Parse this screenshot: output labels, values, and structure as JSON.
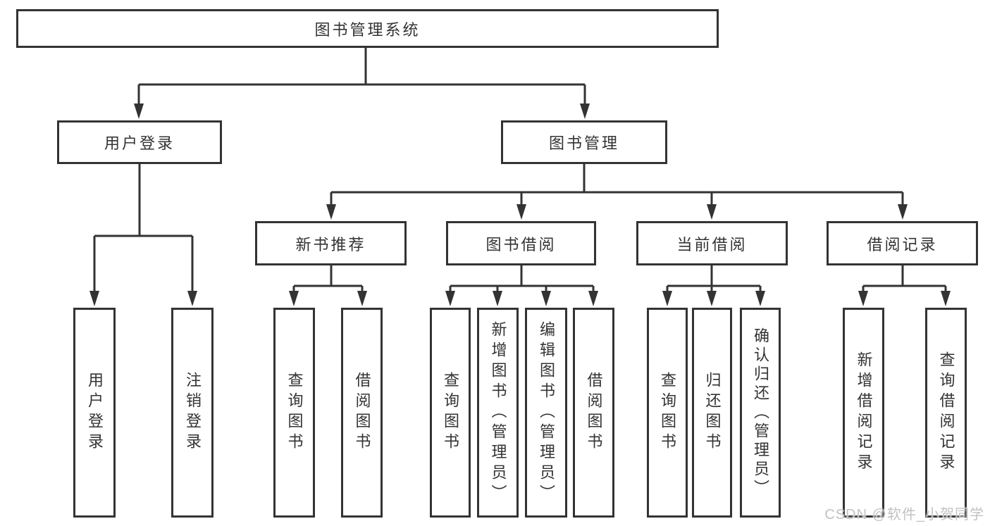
{
  "diagram": {
    "type": "hierarchy-tree",
    "colors": {
      "line": "#333333",
      "box_border": "#333333",
      "box_fill": "#ffffff",
      "text": "#333333",
      "watermark": "#c2c2c2",
      "background": "#ffffff"
    },
    "tree": {
      "label": "图书管理系统",
      "children": [
        {
          "label": "用户登录",
          "children": [
            {
              "label": "用户登录"
            },
            {
              "label": "注销登录"
            }
          ]
        },
        {
          "label": "图书管理",
          "children": [
            {
              "label": "新书推荐",
              "children": [
                {
                  "label": "查询图书"
                },
                {
                  "label": "借阅图书"
                }
              ]
            },
            {
              "label": "图书借阅",
              "children": [
                {
                  "label": "查询图书"
                },
                {
                  "label": "新增图书（管理员）"
                },
                {
                  "label": "编辑图书（管理员）"
                },
                {
                  "label": "借阅图书"
                }
              ]
            },
            {
              "label": "当前借阅",
              "children": [
                {
                  "label": "查询图书"
                },
                {
                  "label": "归还图书"
                },
                {
                  "label": "确认归还（管理员）"
                }
              ]
            },
            {
              "label": "借阅记录",
              "children": [
                {
                  "label": "新增借阅记录"
                },
                {
                  "label": "查询借阅记录"
                }
              ]
            }
          ]
        }
      ]
    },
    "watermark": "CSDN @软件_小贺同学"
  }
}
